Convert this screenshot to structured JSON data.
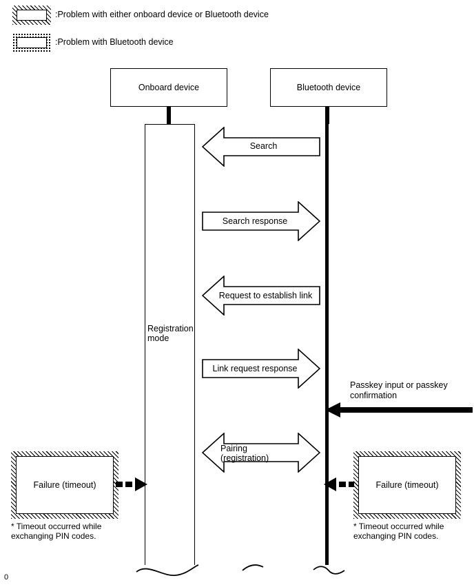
{
  "legend": {
    "items": [
      {
        "swatch_style": "hatched",
        "label": ":Problem with either onboard device or Bluetooth device"
      },
      {
        "swatch_style": "dotted",
        "label": ":Problem with Bluetooth device"
      }
    ]
  },
  "devices": {
    "left": "Onboard device",
    "right": "Bluetooth device"
  },
  "lifeline": {
    "registration_mode_label": "Registration\nmode"
  },
  "messages": [
    {
      "label": "Search",
      "direction": "left"
    },
    {
      "label": "Search response",
      "direction": "right"
    },
    {
      "label": "Request to establish link",
      "direction": "left"
    },
    {
      "label": "Link request response",
      "direction": "right"
    },
    {
      "label": "Pairing\n(registration)",
      "direction": "both"
    }
  ],
  "passkey": {
    "label": "Passkey input or passkey\nconfirmation"
  },
  "failures": [
    {
      "title": "Failure (timeout)",
      "note": "* Timeout occurred while\nexchanging PIN codes.",
      "border_style": "hatched"
    },
    {
      "title": "Failure (timeout)",
      "note": "* Timeout occurred while\nexchanging PIN codes.",
      "border_style": "hatched"
    }
  ],
  "page_marker": "0",
  "colors": {
    "line": "#000000",
    "background": "#ffffff"
  }
}
